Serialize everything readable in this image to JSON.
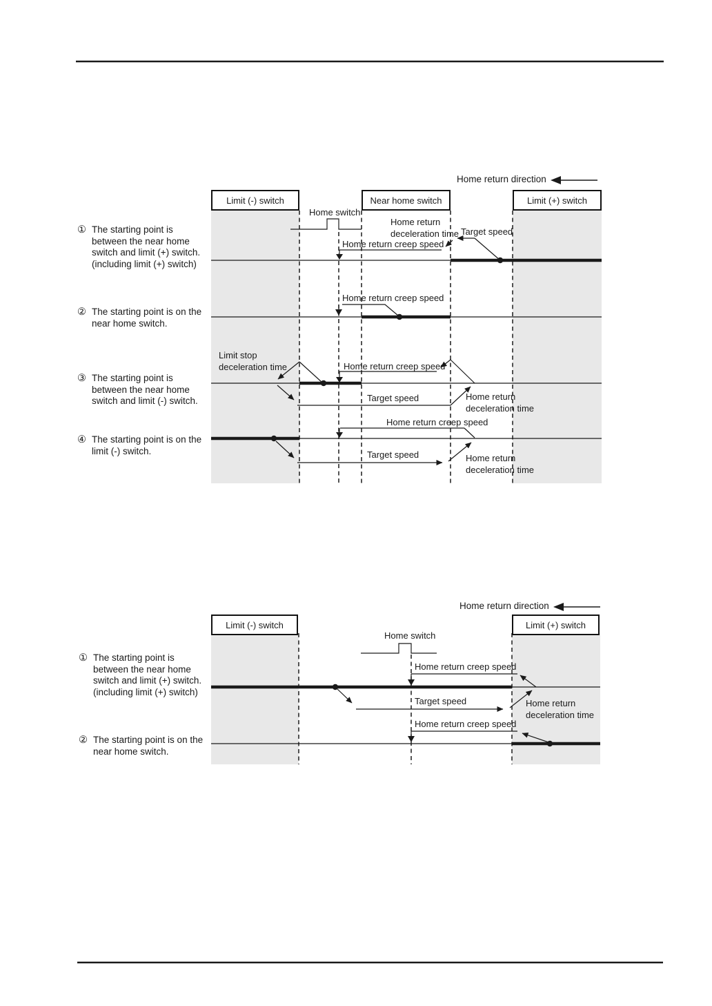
{
  "colors": {
    "ink": "#1a1a1a",
    "shade": "#e8e8e8"
  },
  "diagram1": {
    "direction": "Home return direction",
    "switch_boxes": {
      "limit_minus": "Limit (-) switch",
      "near_home": "Near home switch",
      "limit_plus": "Limit (+) switch"
    },
    "home_switch_label": "Home switch",
    "scenarios": [
      {
        "num": "①",
        "lines": [
          "The starting point is",
          "between the near home",
          "switch and limit (+) switch.",
          "(including limit (+) switch)"
        ]
      },
      {
        "num": "②",
        "lines": [
          "The starting point is on the",
          "near home switch."
        ]
      },
      {
        "num": "③",
        "lines": [
          "The starting point is",
          "between the near home",
          "switch and limit (-) switch."
        ]
      },
      {
        "num": "④",
        "lines": [
          "The starting point is on the",
          "limit (-) switch."
        ]
      }
    ],
    "labels": {
      "r1_decel_1": "Home return",
      "r1_decel_2": "deceleration time",
      "r1_target": "Target speed",
      "r1_creep": "Home return creep speed",
      "r2_creep": "Home return creep speed",
      "r3_limitstop_1": "Limit stop",
      "r3_limitstop_2": "deceleration time",
      "r3_creep": "Home return creep speed",
      "r3_target": "Target speed",
      "r3_decel_1": "Home return",
      "r3_decel_2": "deceleration time",
      "r4_creep": "Home return creep speed",
      "r4_target": "Target speed",
      "r4_decel_1": "Home return",
      "r4_decel_2": "deceleration time"
    }
  },
  "diagram2": {
    "direction": "Home return direction",
    "switch_boxes": {
      "limit_minus": "Limit (-) switch",
      "limit_plus": "Limit (+) switch"
    },
    "home_switch_label": "Home switch",
    "scenarios": [
      {
        "num": "①",
        "lines": [
          "The starting point is",
          "between the near home",
          "switch and limit (+) switch.",
          "(including limit (+) switch)"
        ]
      },
      {
        "num": "②",
        "lines": [
          "The starting point is on the",
          "near home switch."
        ]
      }
    ],
    "labels": {
      "r1_creep": "Home return creep speed",
      "r1_target": "Target speed",
      "r1_decel_1": "Home return",
      "r1_decel_2": "deceleration time",
      "r2_creep": "Home return creep speed"
    }
  }
}
